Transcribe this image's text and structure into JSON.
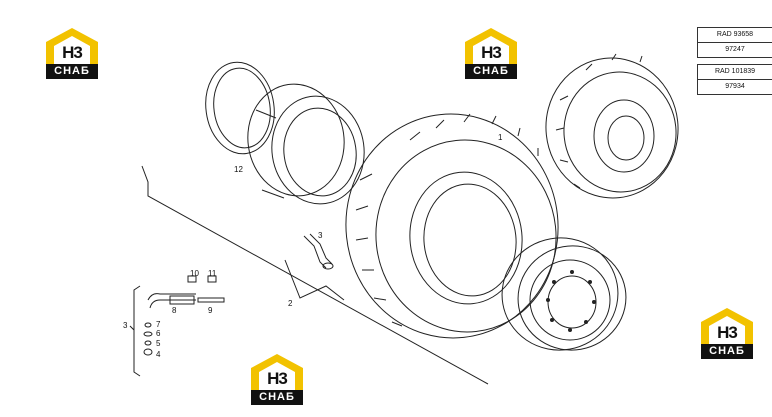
{
  "logo": {
    "monogram": "H3",
    "wordmark": "СНАБ",
    "colors": {
      "roof": "#f2c200",
      "bar": "#111111",
      "text": "#ffffff"
    }
  },
  "reference_boxes": [
    {
      "rad": "RAD 93658",
      "code": "97247"
    },
    {
      "rad": "RAD 101839",
      "code": "97934"
    }
  ],
  "callouts": {
    "tire": "1",
    "assembly": "2",
    "valve": "3",
    "valve_group": "3",
    "part4": "4",
    "part5": "5",
    "part6": "6",
    "part7": "7",
    "part8": "8",
    "part9": "9",
    "part10": "10",
    "part11": "11",
    "part12": "12"
  }
}
